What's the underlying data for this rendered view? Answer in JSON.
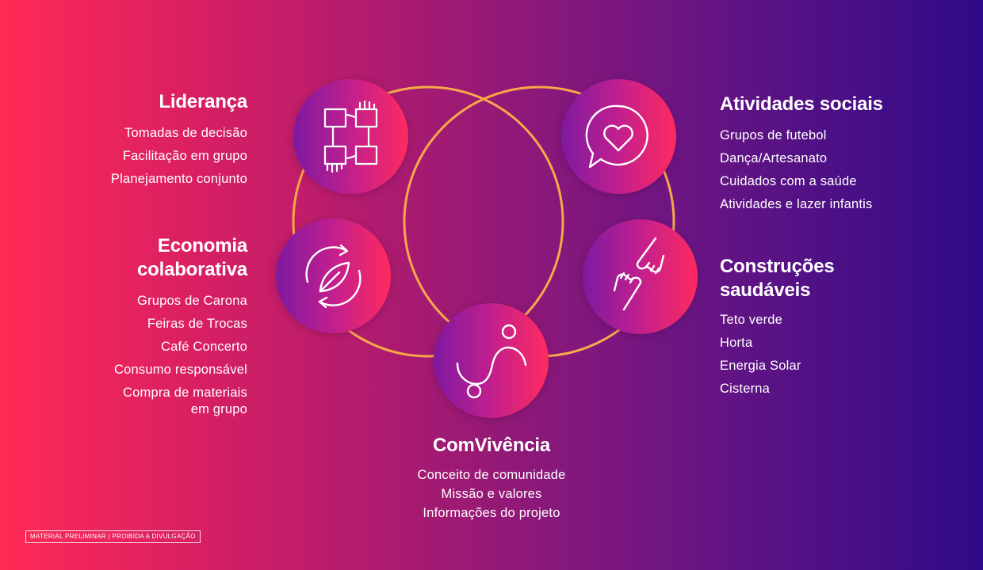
{
  "colors": {
    "ring": "#f7a84a",
    "bg_left": "#ff2a55",
    "bg_right": "#2f0a88"
  },
  "nodes": [
    {
      "name": "lideranca",
      "icon": "joined-hands-icon"
    },
    {
      "name": "atividades-sociais",
      "icon": "heart-speech-bubble-icon"
    },
    {
      "name": "economia-colaborativa",
      "icon": "recycle-leaf-icon"
    },
    {
      "name": "construcoes-saudaveis",
      "icon": "fist-bump-icon"
    },
    {
      "name": "comvivencia",
      "icon": "people-connection-icon"
    }
  ],
  "lideranca": {
    "title": "Liderança",
    "items": [
      "Tomadas de decisão",
      "Facilitação em grupo",
      "Planejamento conjunto"
    ]
  },
  "economia": {
    "title_line1": "Economia",
    "title_line2": "colaborativa",
    "items": [
      "Grupos de Carona",
      "Feiras de Trocas",
      "Café Concerto",
      "Consumo responsável",
      "Compra de materiais",
      "em grupo"
    ]
  },
  "atividades": {
    "title": "Atividades sociais",
    "items": [
      "Grupos de futebol",
      "Dança/Artesanato",
      "Cuidados com a saúde",
      "Atividades e lazer infantis"
    ]
  },
  "construcoes": {
    "title_line1": "Construções",
    "title_line2": "saudáveis",
    "items": [
      "Teto verde",
      "Horta",
      "Energia Solar",
      "Cisterna"
    ]
  },
  "comvivencia": {
    "title": "ComVivência",
    "items": [
      "Conceito de comunidade",
      "Missão e valores",
      "Informações do projeto"
    ]
  },
  "footer": {
    "text": "MATERIAL PRELIMINAR | PROIBIDA A DIVULGAÇÃO"
  }
}
